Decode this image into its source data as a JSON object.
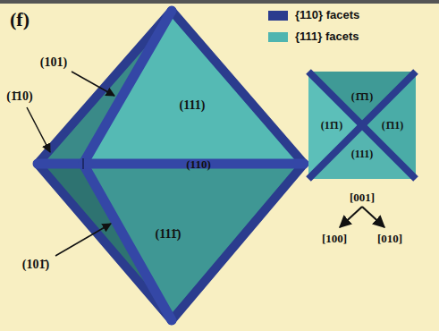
{
  "diagram": {
    "labels": [
      "(f)",
      "(101)",
      "(1̄10)",
      "(111)",
      "(110)",
      "(111̄)",
      "(101̄)",
      "(1̄1̄1)",
      "(11̄1)",
      "(1̄11)",
      "(111)",
      "[001]",
      "[100]",
      "[010]"
    ],
    "legend": [
      {
        "text": "{110} facets",
        "color": "#2b3c8e"
      },
      {
        "text": "{111} facets",
        "color": "#4fb5b0"
      }
    ]
  }
}
